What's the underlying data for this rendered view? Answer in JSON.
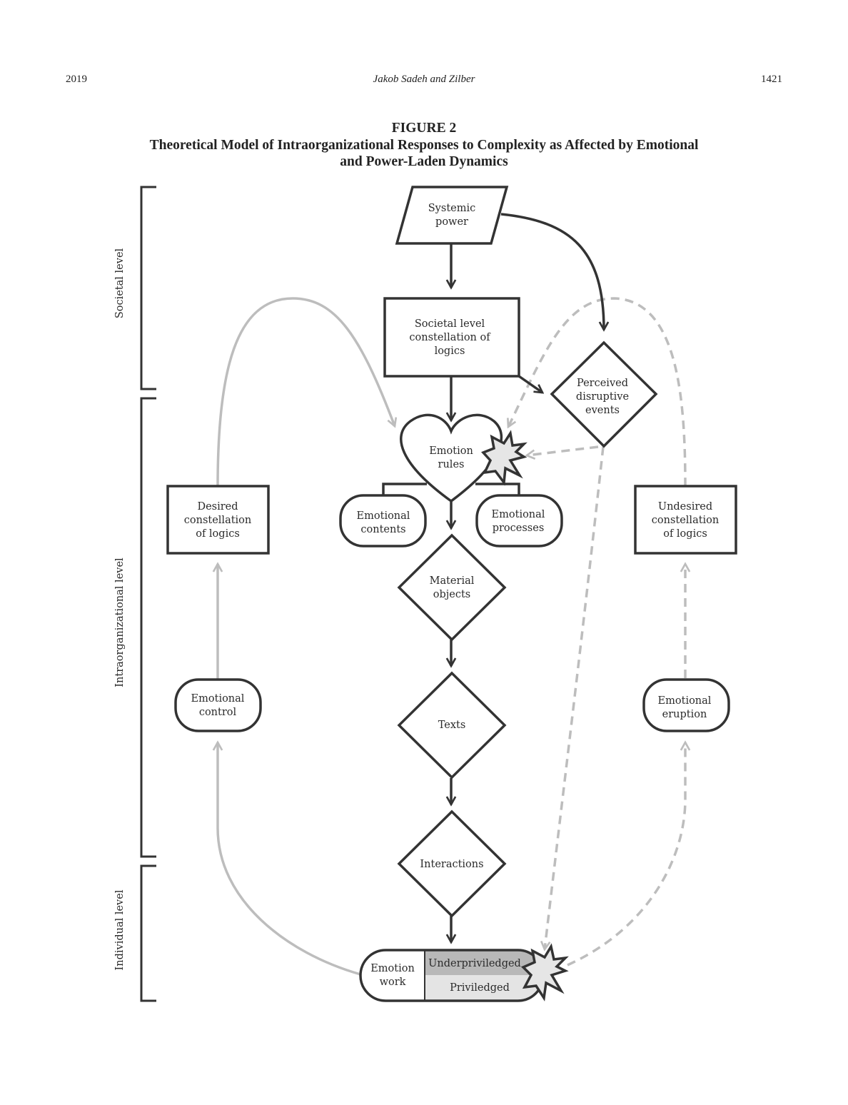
{
  "page": {
    "year": "2019",
    "authors": "Jakob Sadeh and Zilber",
    "page_number": "1421"
  },
  "figure": {
    "label": "FIGURE 2",
    "caption_line1": "Theoretical Model of Intraorganizational Responses to Complexity as Affected by Emotional",
    "caption_line2": "and Power-Laden Dynamics"
  },
  "levels": {
    "societal": "Societal level",
    "intraorganizational": "Intraorganizational level",
    "individual": "Individual level"
  },
  "nodes": {
    "systemic_power": [
      "Systemic",
      "power"
    ],
    "societal_constellation": [
      "Societal level",
      "constellation of",
      "logics"
    ],
    "perceived_events": [
      "Perceived",
      "disruptive",
      "events"
    ],
    "emotion_rules": [
      "Emotion",
      "rules"
    ],
    "emotional_contents": [
      "Emotional",
      "contents"
    ],
    "emotional_processes": [
      "Emotional",
      "processes"
    ],
    "desired_constellation": [
      "Desired",
      "constellation",
      "of logics"
    ],
    "undesired_constellation": [
      "Undesired",
      "constellation",
      "of logics"
    ],
    "material_objects": [
      "Material",
      "objects"
    ],
    "texts": "Texts",
    "interactions": "Interactions",
    "emotional_control": [
      "Emotional",
      "control"
    ],
    "emotional_eruption": [
      "Emotional",
      "eruption"
    ],
    "emotion_work": [
      "Emotion",
      "work"
    ],
    "underprivileged": "Underpriviledged",
    "privileged": "Priviledged"
  },
  "colors": {
    "dark_line": "#333333",
    "light_line": "#bdbdbd",
    "underprivileged_fill": "#b8b8b8",
    "privileged_fill": "#e4e4e4"
  }
}
